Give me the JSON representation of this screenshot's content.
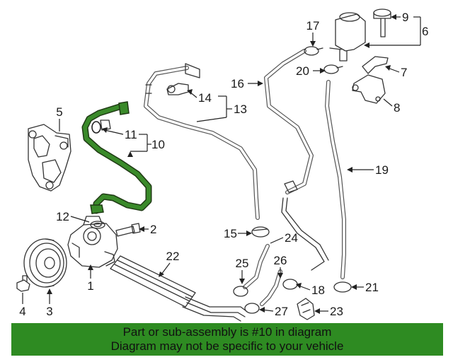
{
  "callouts": [
    "1",
    "2",
    "3",
    "4",
    "5",
    "6",
    "7",
    "8",
    "9",
    "10",
    "11",
    "12",
    "13",
    "14",
    "15",
    "16",
    "17",
    "18",
    "19",
    "20",
    "21",
    "22",
    "23",
    "24",
    "25",
    "26",
    "27"
  ],
  "banner": {
    "line1": "Part or sub-assembly is #10 in diagram",
    "line2": "Diagram may not be specific to your vehicle",
    "color": "#2e8b22"
  },
  "highlight": {
    "part": "10",
    "color": "#3a8a2a"
  }
}
